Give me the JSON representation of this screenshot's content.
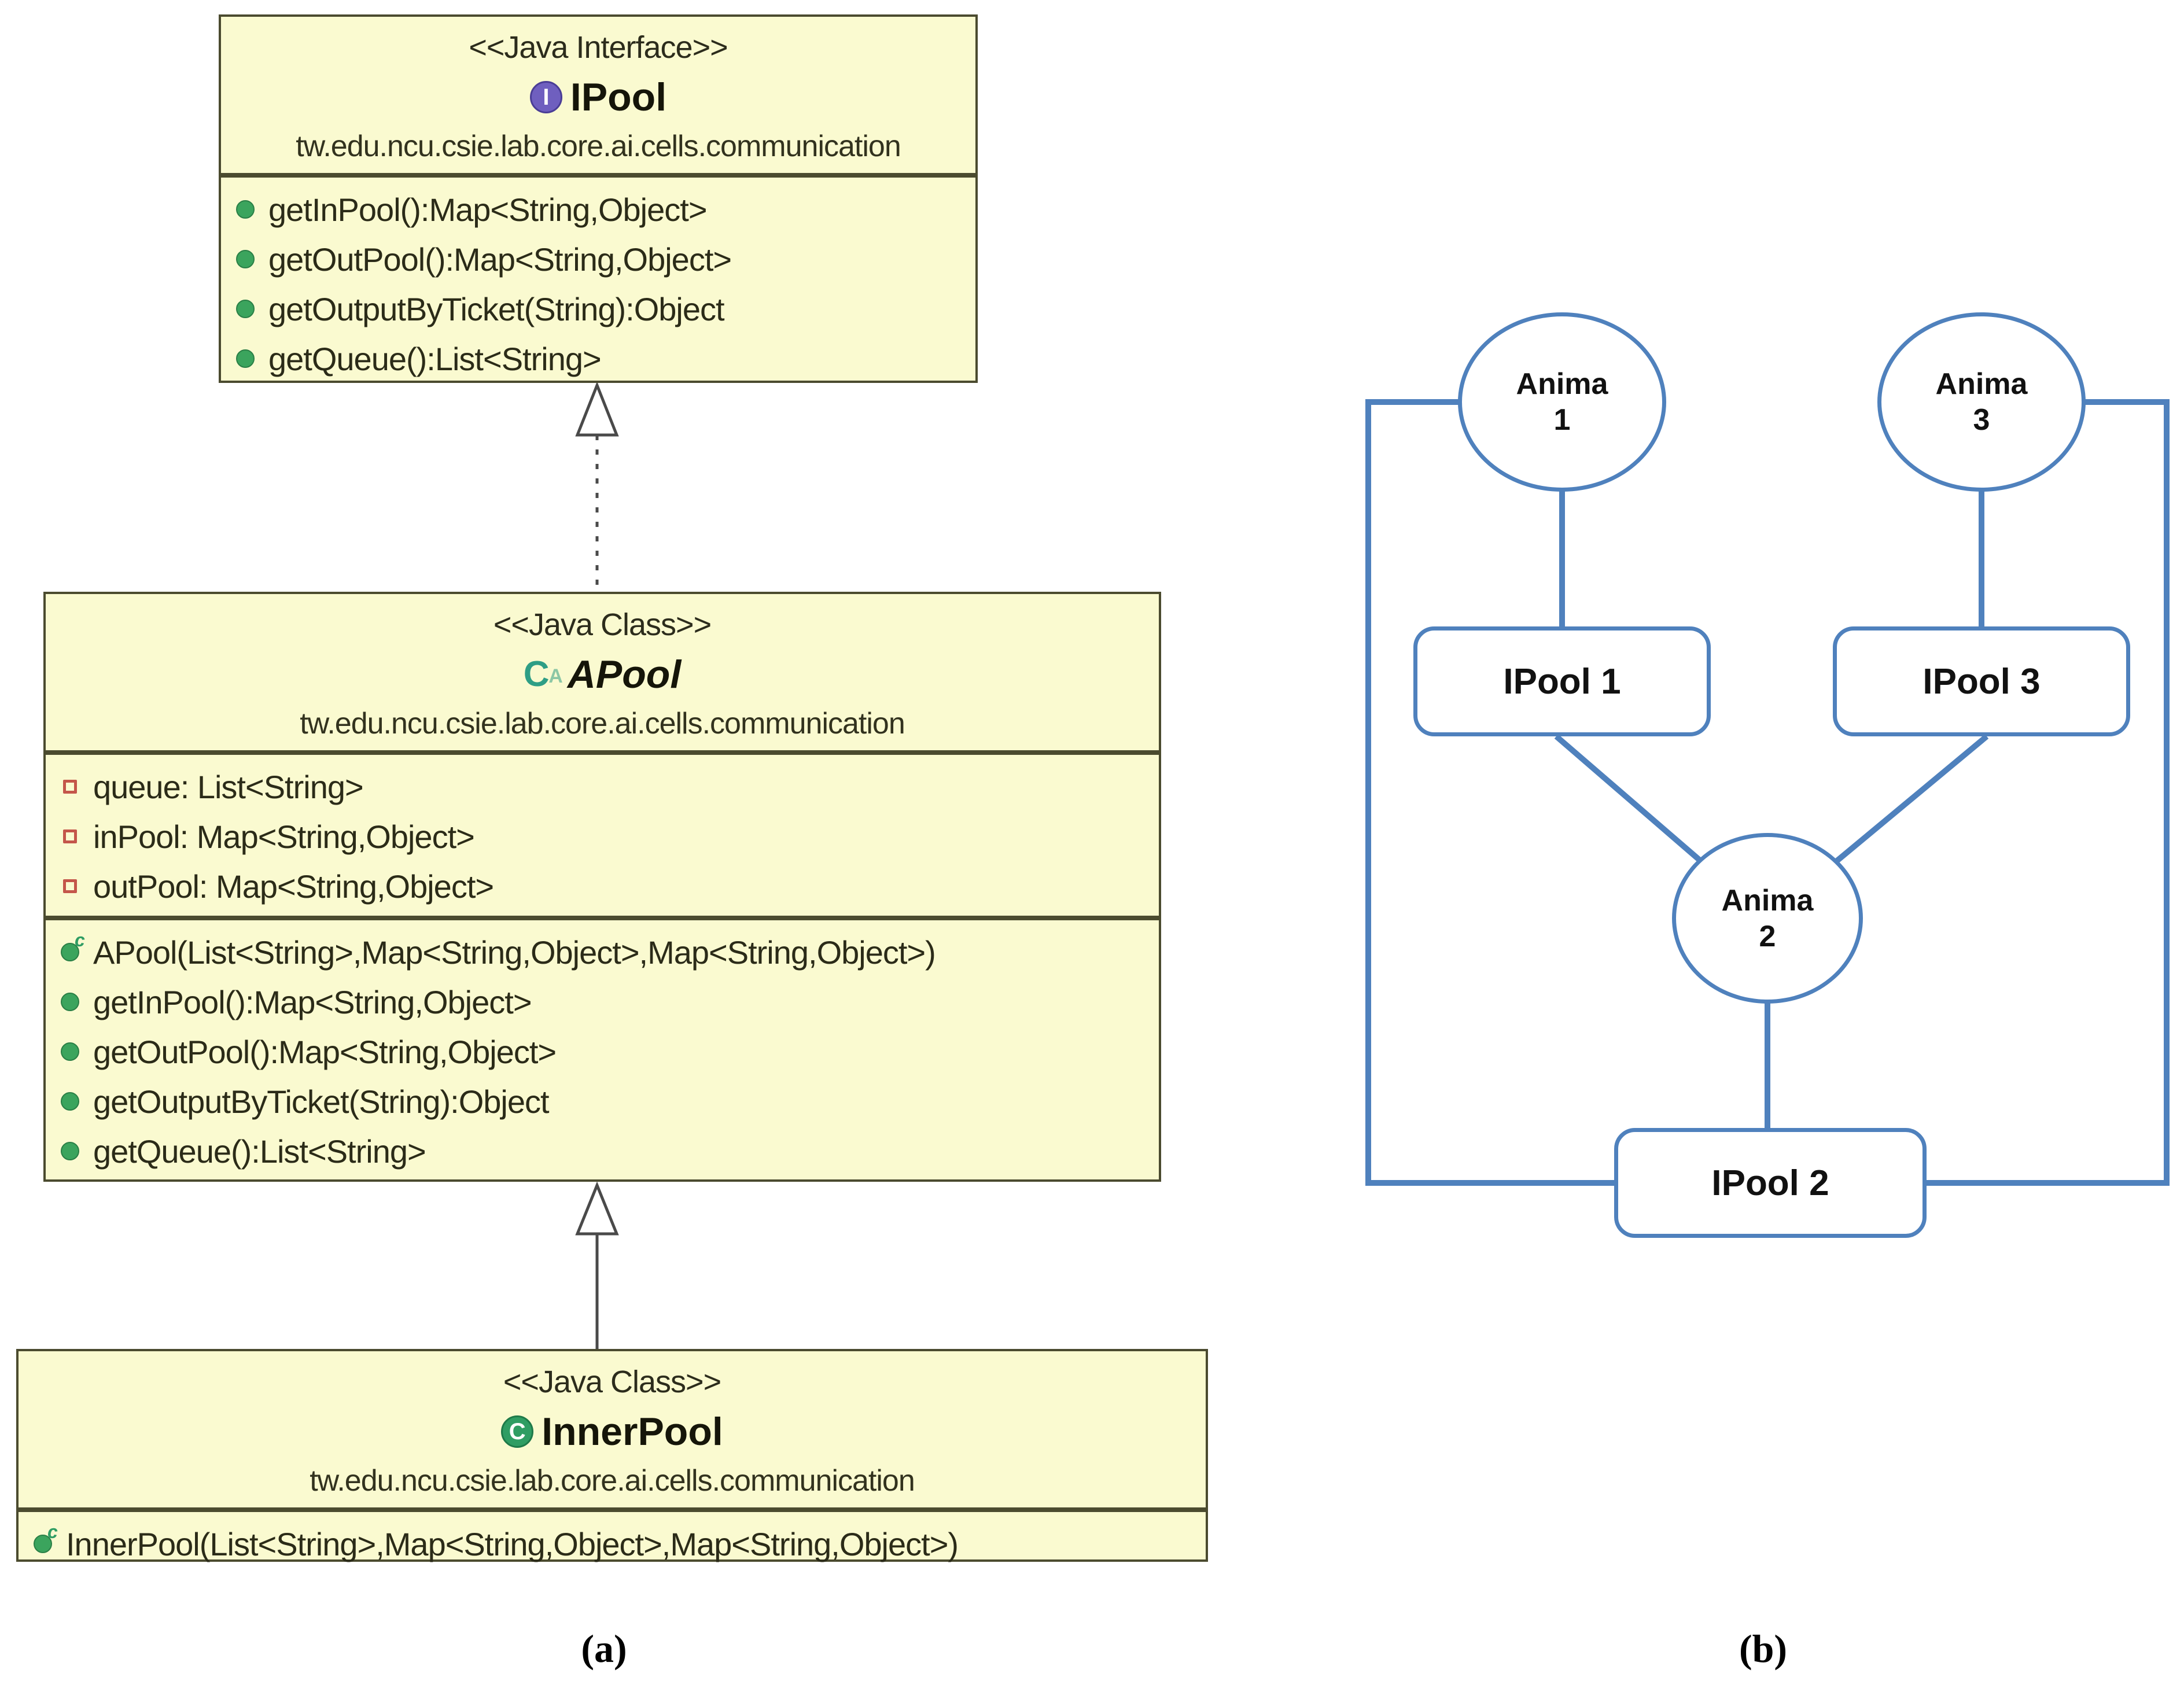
{
  "figure": {
    "caption_a": "(a)",
    "caption_b": "(b)"
  },
  "colors": {
    "uml_fill": "#FAFAD0",
    "uml_border": "#4B4B2F",
    "network_accent": "#4F81BD",
    "interface_icon": "#6F5FBF",
    "class_icon": "#2F9D63",
    "method_icon": "#3BA45D",
    "field_icon": "#C4564A"
  },
  "icons": {
    "interface_glyph": "I",
    "class_glyph": "C",
    "abstract_glyph": "C",
    "abstract_sup": "A",
    "constructor_sup": "c"
  },
  "uml": {
    "ipool": {
      "stereotype": "<<Java Interface>>",
      "name": "IPool",
      "package": "tw.edu.ncu.csie.lab.core.ai.cells.communication",
      "methods": [
        "getInPool():Map<String,Object>",
        "getOutPool():Map<String,Object>",
        "getOutputByTicket(String):Object",
        "getQueue():List<String>"
      ]
    },
    "apool": {
      "stereotype": "<<Java Class>>",
      "name": "APool",
      "package": "tw.edu.ncu.csie.lab.core.ai.cells.communication",
      "fields": [
        "queue: List<String>",
        "inPool: Map<String,Object>",
        "outPool: Map<String,Object>"
      ],
      "constructor": "APool(List<String>,Map<String,Object>,Map<String,Object>)",
      "methods": [
        "getInPool():Map<String,Object>",
        "getOutPool():Map<String,Object>",
        "getOutputByTicket(String):Object",
        "getQueue():List<String>"
      ]
    },
    "innerpool": {
      "stereotype": "<<Java Class>>",
      "name": "InnerPool",
      "package": "tw.edu.ncu.csie.lab.core.ai.cells.communication",
      "constructor": "InnerPool(List<String>,Map<String,Object>,Map<String,Object>)"
    }
  },
  "network": {
    "anima1": {
      "line1": "Anima",
      "line2": "1"
    },
    "anima2": {
      "line1": "Anima",
      "line2": "2"
    },
    "anima3": {
      "line1": "Anima",
      "line2": "3"
    },
    "ipool1": {
      "label": "IPool 1"
    },
    "ipool2": {
      "label": "IPool 2"
    },
    "ipool3": {
      "label": "IPool 3"
    }
  }
}
